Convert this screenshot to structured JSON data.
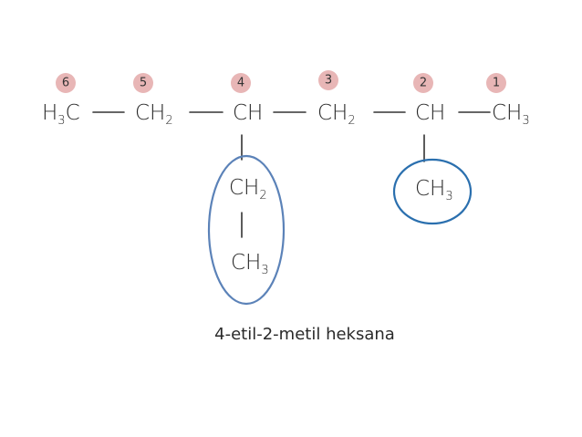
{
  "molecule": {
    "main_chain": [
      {
        "number": "6",
        "base": "H",
        "sub": "3",
        "tail": "C"
      },
      {
        "number": "5",
        "base": "CH",
        "sub": "2",
        "tail": ""
      },
      {
        "number": "4",
        "base": "CH",
        "sub": "",
        "tail": ""
      },
      {
        "number": "3",
        "base": "CH",
        "sub": "2",
        "tail": ""
      },
      {
        "number": "2",
        "base": "CH",
        "sub": "",
        "tail": ""
      },
      {
        "number": "1",
        "base": "CH",
        "sub": "3",
        "tail": ""
      }
    ],
    "ethyl_branch": [
      {
        "base": "CH",
        "sub": "2"
      },
      {
        "base": "CH",
        "sub": "3"
      }
    ],
    "methyl_branch": [
      {
        "base": "CH",
        "sub": "3"
      }
    ],
    "name": "4-etil-2-metil heksana"
  },
  "colors": {
    "badge": "#e8b6b6",
    "ethyl_ring": "#5b82b8",
    "methyl_ring": "#2a6fae"
  }
}
